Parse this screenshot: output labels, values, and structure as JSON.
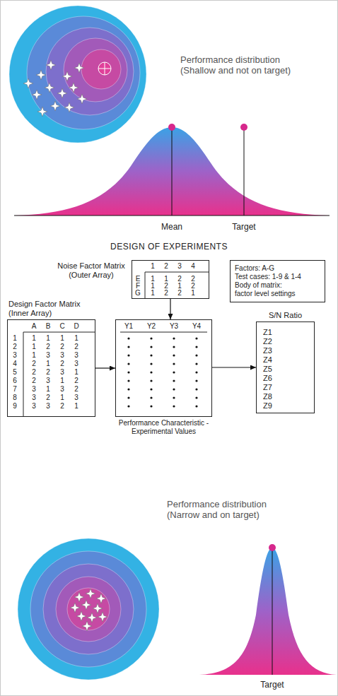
{
  "diagram": {
    "title": "DESIGN OF EXPERIMENTS",
    "nodes": [
      {
        "text": [
          "Noise Factor Matrix (Outer Array)"
        ]
      },
      {
        "text": [
          "Factors: A-G",
          "Test cases: 1-9 & 1-4",
          "Body of matrix: factor level settings"
        ]
      },
      {
        "text": [
          "Design Factor Matrix (Inner Array)"
        ]
      },
      {
        "text": [
          "Performance Characteristic - Experimental Values"
        ]
      },
      {
        "text": [
          "S/N Ratio"
        ]
      }
    ],
    "edges": [
      {
        "from": 0,
        "to": 3,
        "arrow": "to"
      },
      {
        "from": 2,
        "to": 3,
        "arrow": "to"
      },
      {
        "from": 3,
        "to": 4,
        "arrow": "to"
      }
    ],
    "labels": [
      "Performance distribution (Shallow and not on target)",
      "Mean",
      "Target",
      "1",
      "2",
      "3",
      "4",
      "E",
      "F",
      "G",
      "1",
      "1",
      "2",
      "2",
      "1",
      "2",
      "1",
      "2",
      "1",
      "2",
      "2",
      "1",
      "A",
      "B",
      "C",
      "D",
      "1",
      "2",
      "3",
      "4",
      "5",
      "6",
      "7",
      "8",
      "9",
      "1",
      "1",
      "1",
      "1",
      "1",
      "2",
      "2",
      "2",
      "1",
      "3",
      "3",
      "3",
      "2",
      "1",
      "2",
      "3",
      "2",
      "2",
      "3",
      "1",
      "2",
      "3",
      "1",
      "2",
      "3",
      "1",
      "3",
      "2",
      "3",
      "2",
      "1",
      "3",
      "3",
      "3",
      "2",
      "1",
      "Y1",
      "Y2",
      "Y3",
      "Y4",
      "Z1",
      "Z2",
      "Z3",
      "Z4",
      "Z5",
      "Z6",
      "Z7",
      "Z8",
      "Z9",
      "Performance distribution (Narrow and on target)",
      "Target"
    ]
  }
}
